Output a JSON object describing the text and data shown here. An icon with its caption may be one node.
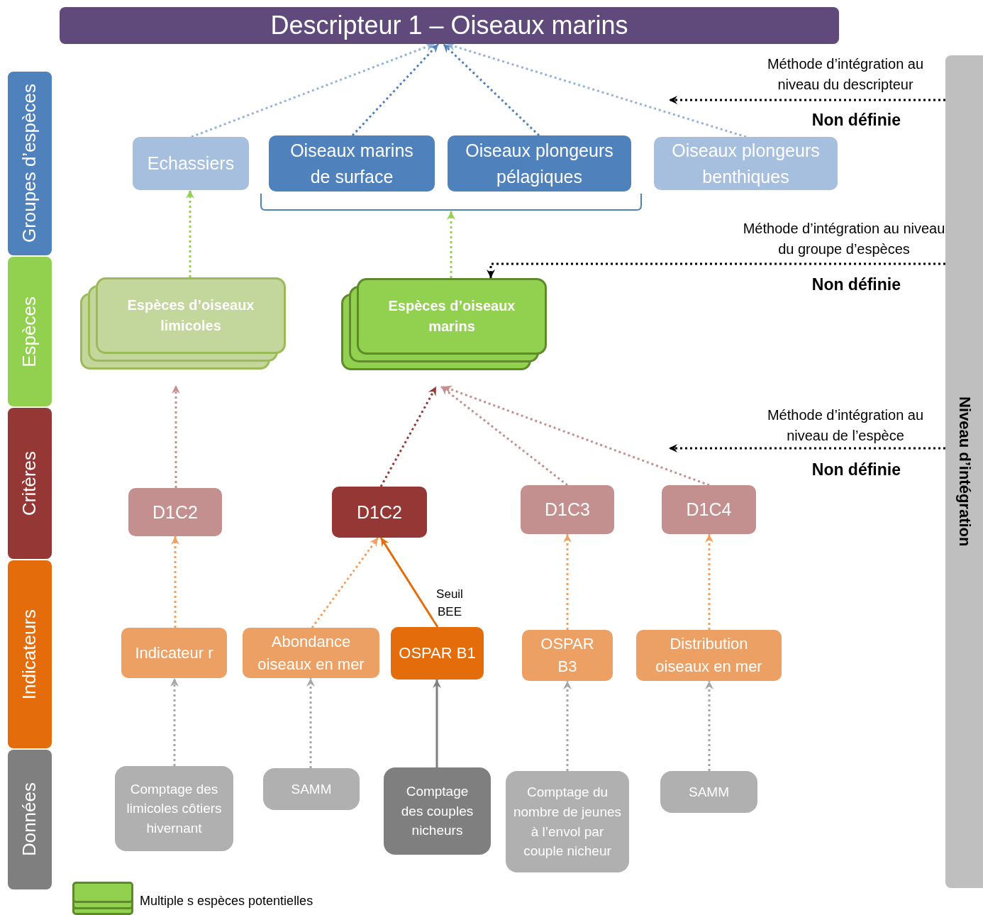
{
  "diagram": {
    "nodes": [
      {
        "text": [
          "Descripteur 1 – Oiseaux marins"
        ]
      },
      {
        "text": [
          "Groupes d’espèces"
        ]
      },
      {
        "text": [
          "Espèces"
        ]
      },
      {
        "text": [
          "Critères"
        ]
      },
      {
        "text": [
          "Indicateurs"
        ]
      },
      {
        "text": [
          "Données"
        ]
      },
      {
        "text": [
          "Niveau d’intégration"
        ]
      },
      {
        "text": [
          "Echassiers"
        ]
      },
      {
        "text": [
          "Oiseaux marins de surface"
        ]
      },
      {
        "text": [
          "Oiseaux plongeurs pélagiques"
        ]
      },
      {
        "text": [
          "Oiseaux plongeurs benthiques"
        ]
      },
      {
        "text": [],
        "shape": "bracket"
      },
      {
        "text": [
          "Espèces d’oiseaux limicoles"
        ]
      },
      {
        "text": [
          "Espèces d’oiseaux marins"
        ]
      },
      {
        "text": [
          "D1C2"
        ]
      },
      {
        "text": [
          "D1C2"
        ]
      },
      {
        "text": [
          "D1C3"
        ]
      },
      {
        "text": [
          "D1C4"
        ]
      },
      {
        "text": [
          "Indicateur r"
        ]
      },
      {
        "text": [
          "Abondance oiseaux en mer"
        ]
      },
      {
        "text": [
          "OSPAR B1"
        ]
      },
      {
        "text": [
          "OSPAR B3"
        ]
      },
      {
        "text": [
          "Distribution oiseaux en mer"
        ]
      },
      {
        "text": [
          "Comptage des limicoles côtiers hivernant"
        ]
      },
      {
        "text": [
          "SAMM"
        ]
      },
      {
        "text": [
          "Comptage des couples nicheurs"
        ]
      },
      {
        "text": [
          "Comptage du nombre de jeunes à l’envol par couple nicheur"
        ]
      },
      {
        "text": [
          "SAMM"
        ]
      }
    ],
    "edges": [
      {
        "from": 7,
        "to": 0,
        "arrow": "to",
        "style": "dashed",
        "color": "#95b3d7"
      },
      {
        "from": 8,
        "to": 0,
        "arrow": "to",
        "style": "dashed",
        "color": "#4f81bd"
      },
      {
        "from": 9,
        "to": 0,
        "arrow": "to",
        "style": "dashed",
        "color": "#4f81bd"
      },
      {
        "from": 10,
        "to": 0,
        "arrow": "to",
        "style": "dashed",
        "color": "#95b3d7"
      },
      {
        "from": 12,
        "to": 7,
        "arrow": "to",
        "style": "dashed",
        "color": "#92d050"
      },
      {
        "from": 13,
        "to": 11,
        "arrow": "to",
        "style": "dashed",
        "color": "#92d050"
      },
      {
        "from": 14,
        "to": 12,
        "arrow": "to",
        "style": "dashed",
        "color": "#c4908f"
      },
      {
        "from": 15,
        "to": 13,
        "arrow": "to",
        "style": "dashed",
        "color": "#953735"
      },
      {
        "from": 16,
        "to": 13,
        "arrow": "to",
        "style": "dashed",
        "color": "#c4908f"
      },
      {
        "from": 17,
        "to": 13,
        "arrow": "to",
        "style": "dashed",
        "color": "#c4908f"
      },
      {
        "from": 18,
        "to": 14,
        "arrow": "to",
        "style": "dashed",
        "color": "#f0a060"
      },
      {
        "from": 19,
        "to": 15,
        "arrow": "to",
        "style": "dashed",
        "color": "#f0a060"
      },
      {
        "from": 20,
        "to": 15,
        "arrow": "to",
        "label": "Seuil BEE",
        "color": "#e46c0a"
      },
      {
        "from": 21,
        "to": 16,
        "arrow": "to",
        "style": "dashed",
        "color": "#f0a060"
      },
      {
        "from": 22,
        "to": 17,
        "arrow": "to",
        "style": "dashed",
        "color": "#f0a060"
      },
      {
        "from": 23,
        "to": 18,
        "arrow": "to",
        "style": "dashed",
        "color": "#a6a6a6"
      },
      {
        "from": 24,
        "to": 19,
        "arrow": "to",
        "style": "dashed",
        "color": "#a6a6a6"
      },
      {
        "from": 25,
        "to": 20,
        "arrow": "to",
        "color": "#7f7f7f"
      },
      {
        "from": 26,
        "to": 21,
        "arrow": "to",
        "style": "dashed",
        "color": "#a6a6a6"
      },
      {
        "from": 27,
        "to": 22,
        "arrow": "to",
        "style": "dashed",
        "color": "#a6a6a6"
      },
      {
        "from": 6,
        "to": null,
        "arrow": "to",
        "style": "dashed",
        "color": "#000000"
      },
      {
        "from": 6,
        "to": 13,
        "arrow": "to",
        "style": "dashed",
        "color": "#000000"
      },
      {
        "from": 6,
        "to": null,
        "arrow": "to",
        "style": "dashed",
        "color": "#000000"
      }
    ],
    "labels": [
      "Méthode d’intégration au niveau du descripteur",
      "Non définie",
      "Méthode d’intégration au niveau du groupe d’espèces",
      "Non définie",
      "Méthode d’intégration au niveau de l’espèce",
      "Non définie"
    ],
    "legend": [
      {
        "text": "Multiple s espèces potentielles"
      }
    ]
  }
}
